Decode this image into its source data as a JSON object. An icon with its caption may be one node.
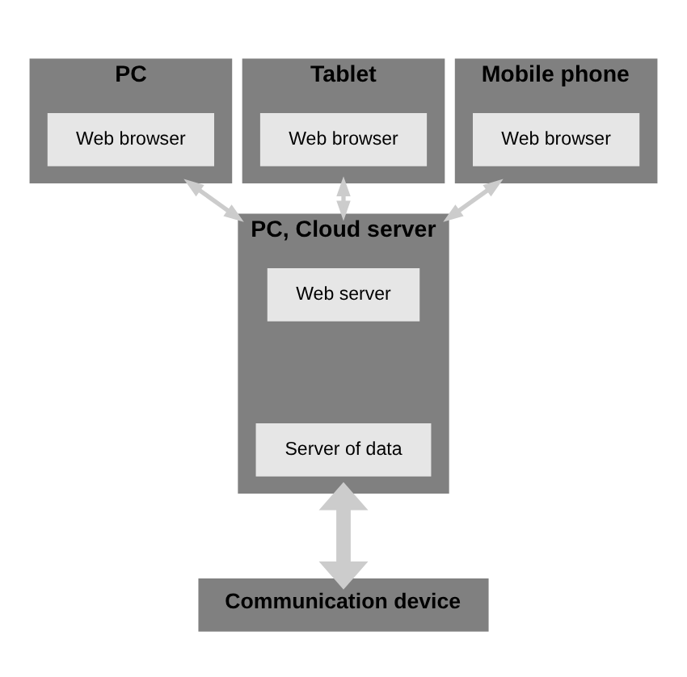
{
  "diagram": {
    "nodes": [
      {
        "text": [
          "PC"
        ]
      },
      {
        "text": [
          "Web browser"
        ],
        "in": 0
      },
      {
        "text": [
          "Tablet"
        ]
      },
      {
        "text": [
          "Web browser"
        ],
        "in": 2
      },
      {
        "text": [
          "Mobile phone"
        ]
      },
      {
        "text": [
          "Web browser"
        ],
        "in": 4
      },
      {
        "text": [
          "PC, Cloud server"
        ]
      },
      {
        "text": [
          "Web server"
        ],
        "in": 6
      },
      {
        "text": [
          "Server of data"
        ],
        "in": 6
      },
      {
        "text": [
          "Communication device"
        ]
      }
    ],
    "edges": [
      {
        "from": 0,
        "to": 6,
        "arrow": "both"
      },
      {
        "from": 2,
        "to": 6,
        "arrow": "both"
      },
      {
        "from": 4,
        "to": 6,
        "arrow": "both"
      },
      {
        "from": 6,
        "to": 9,
        "arrow": "both",
        "style": "thick"
      }
    ]
  }
}
